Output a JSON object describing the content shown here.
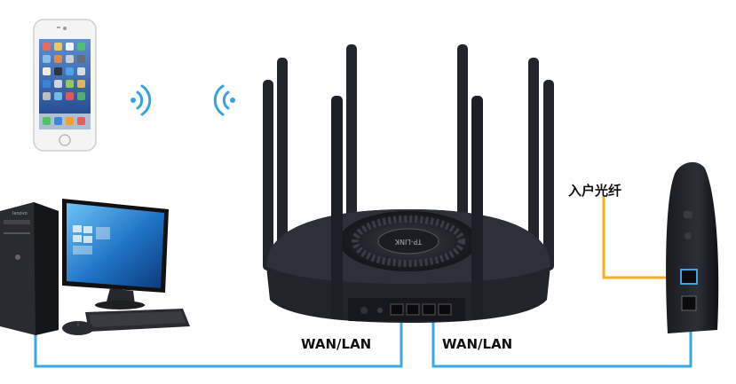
{
  "labels": {
    "fiber_in": "入户光纤",
    "wan_lan_left": "WAN/LAN",
    "wan_lan_right": "WAN/LAN"
  },
  "router": {
    "brand_mark": "TP-LINK",
    "antenna_count": 8
  },
  "devices": {
    "phone_icon": "smartphone-icon",
    "pc_icon": "desktop-computer-icon",
    "router_icon": "wireless-router-icon",
    "modem_icon": "optical-modem-icon",
    "wifi_icon": "wifi-signal-icon"
  },
  "colors": {
    "lan_cable": "#3aa8e0",
    "fiber_cable": "#f2b01e",
    "router_body": "#22242c",
    "wifi_waves": "#36a3e0"
  }
}
